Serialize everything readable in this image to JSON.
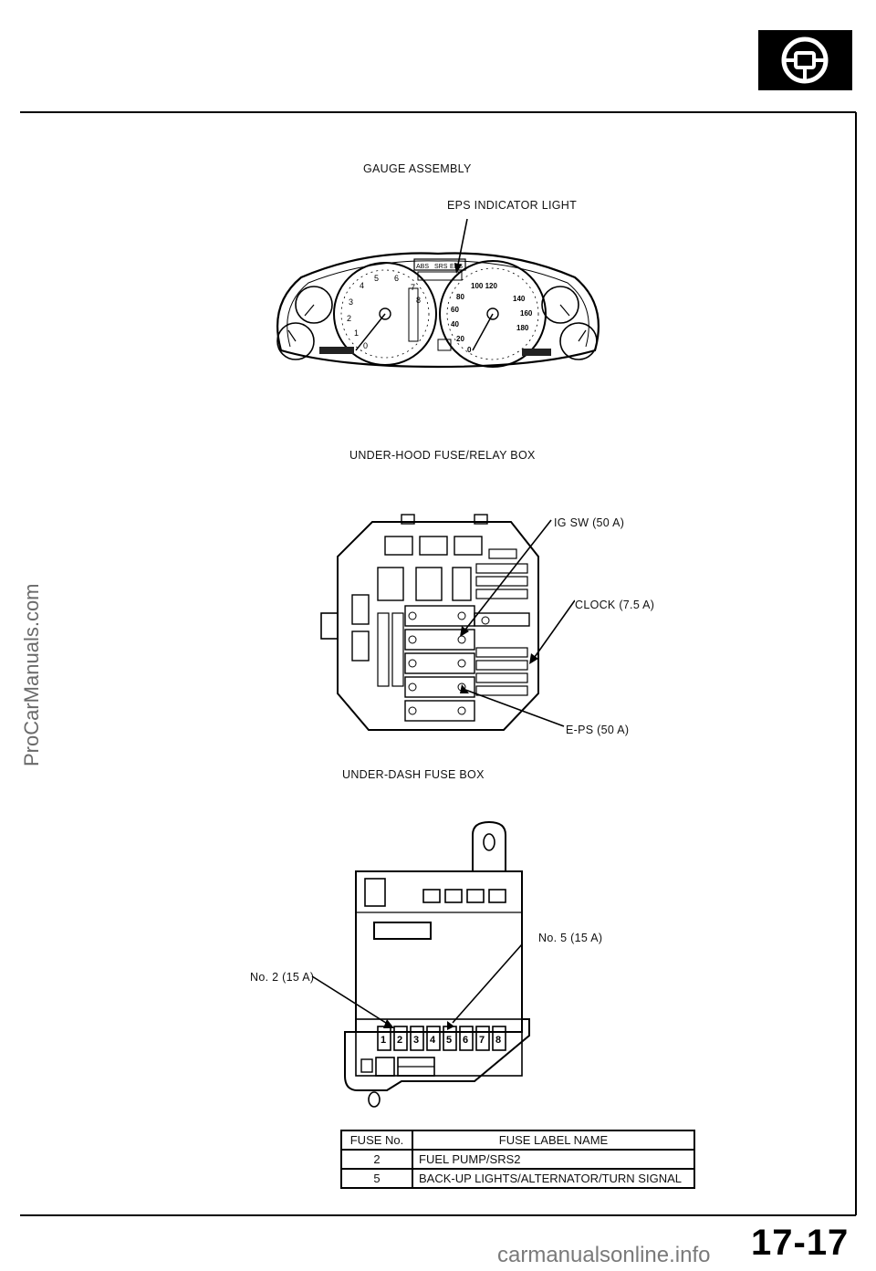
{
  "watermark": "ProCarManuals.com",
  "footer_watermark": "carmanualsonline.info",
  "page_number": "17-17",
  "section_icon": "steering-wheel-icon",
  "gauge": {
    "title": "GAUGE ASSEMBLY",
    "callout": "EPS INDICATOR LIGHT",
    "indicators": [
      "ABS",
      "SRS",
      "EPS"
    ]
  },
  "underhood": {
    "title": "UNDER-HOOD FUSE/RELAY BOX",
    "callouts": [
      "IG SW (50 A)",
      "CLOCK (7.5 A)",
      "E-PS (50 A)"
    ]
  },
  "underdash": {
    "title": "UNDER-DASH FUSE BOX",
    "callouts": [
      "No. 5 (15 A)",
      "No. 2 (15 A)"
    ],
    "fuse_numbers": [
      "1",
      "2",
      "3",
      "4",
      "5",
      "6",
      "7",
      "8"
    ]
  },
  "fuse_table": {
    "headers": [
      "FUSE No.",
      "FUSE LABEL NAME"
    ],
    "rows": [
      {
        "no": "2",
        "name": "FUEL PUMP/SRS2"
      },
      {
        "no": "5",
        "name": "BACK-UP LIGHTS/ALTERNATOR/TURN SIGNAL"
      }
    ]
  }
}
